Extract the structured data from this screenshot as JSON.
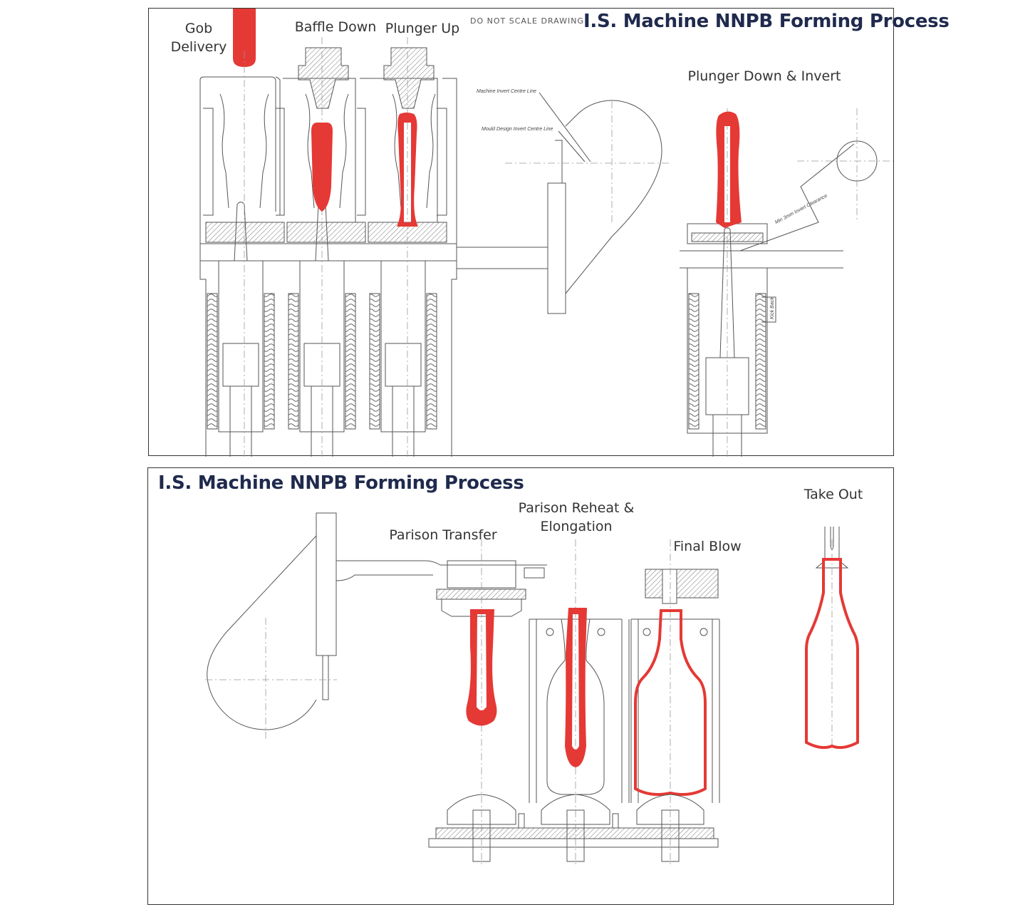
{
  "top_panel": {
    "note": "DO NOT SCALE DRAWING",
    "title": "I.S. Machine NNPB Forming Process",
    "labels": {
      "gob_delivery_line1": "Gob",
      "gob_delivery_line2": "Delivery",
      "baffle_down": "Baffle Down",
      "plunger_up": "Plunger Up",
      "plunger_down_invert": "Plunger Down & Invert"
    },
    "annotations": {
      "machine_invert_centre_line": "Machine Invert Centre Line",
      "mould_design_invert_centre_line": "Mould Design Invert Centre Line",
      "min_invert_clearance": "Min 3mm Invert Clearance",
      "kick_back": "Kick Back"
    }
  },
  "bottom_panel": {
    "title": "I.S. Machine NNPB Forming Process",
    "labels": {
      "parison_transfer": "Parison Transfer",
      "parison_reheat_line1": "Parison Reheat &",
      "parison_reheat_line2": "Elongation",
      "final_blow": "Final Blow",
      "take_out": "Take Out"
    }
  },
  "colors": {
    "glass": "#e53935",
    "line": "#555555",
    "title": "#1f2a4d",
    "border": "#333333"
  }
}
